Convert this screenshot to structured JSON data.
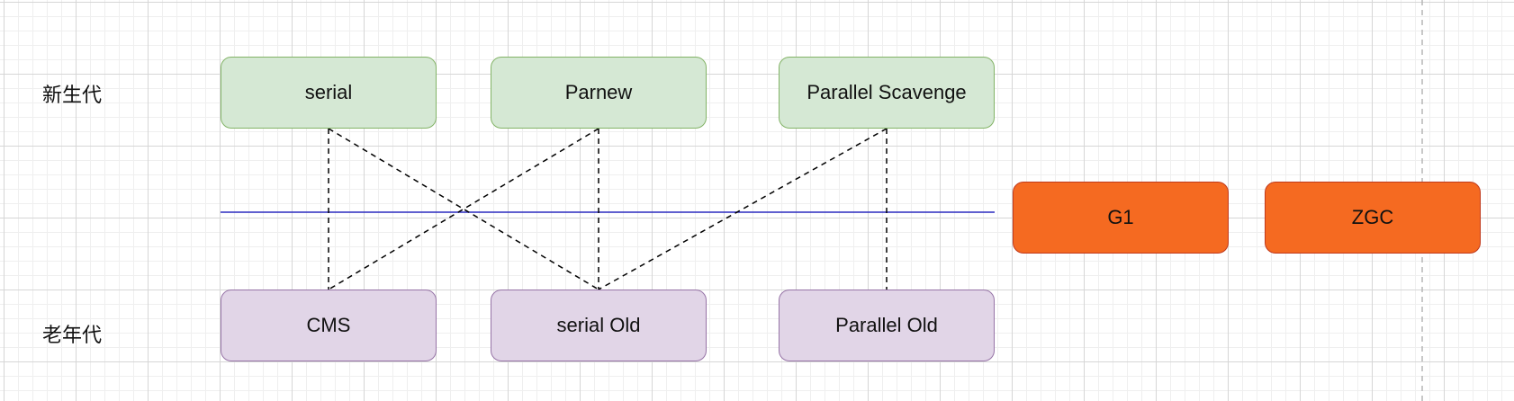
{
  "labels": {
    "young_generation": "新生代",
    "old_generation": "老年代"
  },
  "collectors": {
    "young": [
      "serial",
      "Parnew",
      "Parallel Scavenge"
    ],
    "old": [
      "CMS",
      "serial Old",
      "Parallel Old"
    ],
    "region_based": [
      "G1",
      "ZGC"
    ]
  },
  "combinations": [
    [
      "serial",
      "CMS"
    ],
    [
      "serial",
      "serial Old"
    ],
    [
      "Parnew",
      "CMS"
    ],
    [
      "Parnew",
      "serial Old"
    ],
    [
      "Parallel Scavenge",
      "serial Old"
    ],
    [
      "Parallel Scavenge",
      "Parallel Old"
    ]
  ],
  "colors": {
    "young_fill": "#d5e8d4",
    "young_border": "#82b366",
    "old_fill": "#e1d5e7",
    "old_border": "#9673a6",
    "region_fill": "#f56a21",
    "region_border": "#c0391c",
    "divider_line": "#2b2bbf",
    "connector": "#000000"
  }
}
